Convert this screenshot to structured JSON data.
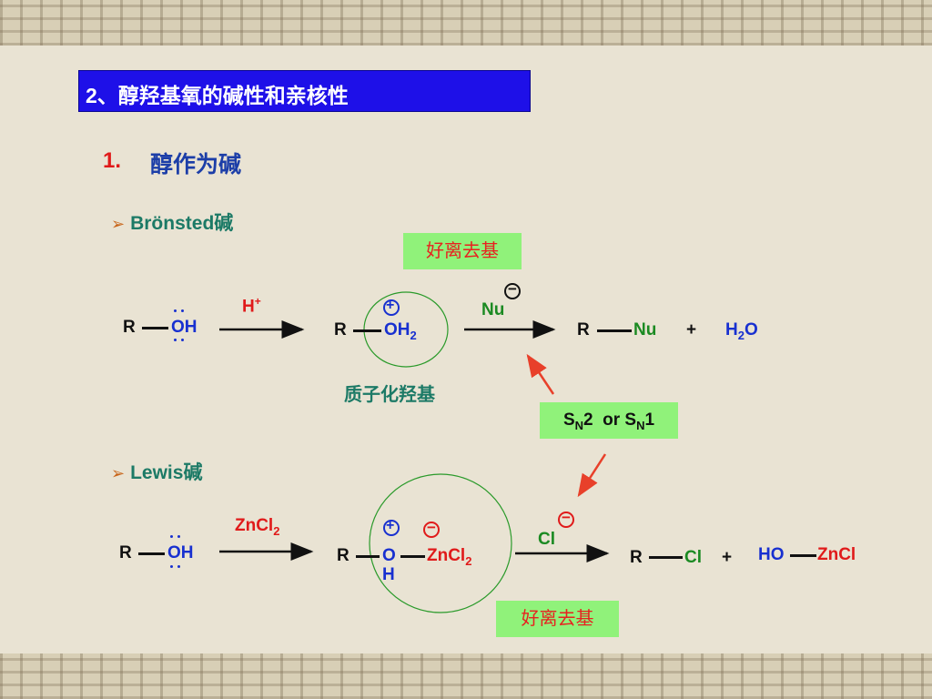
{
  "title": {
    "number": "2",
    "text": "、醇羟基氧的碱性和亲核性"
  },
  "section": {
    "number": "1.",
    "title": "醇作为碱"
  },
  "bullets": {
    "bronsted": "Brönsted碱",
    "lewis": "Lewis碱"
  },
  "labels": {
    "leaving_group_top": "好离去基",
    "leaving_group_bottom": "好离去基",
    "protonated_hydroxyl": "质子化羟基",
    "mechanism": {
      "S": "S",
      "N": "N",
      "two": "2  or S",
      "N2": "N",
      "one": "1"
    }
  },
  "reaction1": {
    "r1": "R",
    "oh1": "OH",
    "reagent": "H",
    "reagent_sup": "+",
    "r2": "R",
    "oh2": "OH",
    "oh2_sub": "2",
    "plus_charge": "+",
    "nu": "Nu",
    "minus_charge": "−",
    "r3": "R",
    "nu_product": "Nu",
    "plus": "+",
    "h": "H",
    "h_sub": "2",
    "o": "O"
  },
  "reaction2": {
    "r1": "R",
    "oh1": "OH",
    "reagent": "ZnCl",
    "reagent_sub": "2",
    "r2": "R",
    "o": "O",
    "h": "H",
    "zncl": "ZnCl",
    "zncl_sub": "2",
    "plus_charge": "+",
    "minus_charge": "−",
    "cl": "Cl",
    "cl_minus": "−",
    "r3": "R",
    "cl_product": "Cl",
    "plus": "+",
    "ho": "HO",
    "zncl_product": "ZnCl"
  },
  "colors": {
    "title_bg": "#1e10e8",
    "green_box": "#90f27a",
    "arrow_red": "#e8402a"
  }
}
